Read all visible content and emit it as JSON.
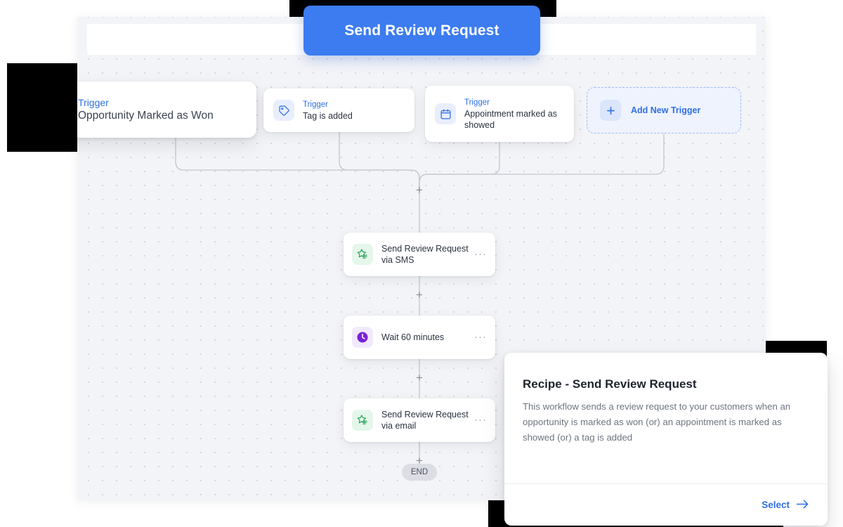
{
  "primary_button": {
    "label": "Send Review Request",
    "color": "#3c7cf0"
  },
  "canvas": {
    "triggers": [
      {
        "kicker": "Trigger",
        "title": "Opportunity Marked as Won",
        "icon": "chevron-up-icon",
        "icon_bg": "#e8ecfd",
        "icon_color": "#2f6fe4"
      },
      {
        "kicker": "Trigger",
        "title": "Tag is added",
        "icon": "tag-icon",
        "icon_bg": "#e8eefd",
        "icon_color": "#2f6fe4"
      },
      {
        "kicker": "Trigger",
        "title": "Appointment marked as showed",
        "icon": "calendar-icon",
        "icon_bg": "#e8eefd",
        "icon_color": "#2f6fe4"
      }
    ],
    "add_trigger": {
      "label": "Add New Trigger",
      "icon": "plus-icon"
    },
    "nodes": [
      {
        "label": "Send Review Request via SMS",
        "icon": "review-star-icon",
        "icon_color": "#1e9e54",
        "menu": "···"
      },
      {
        "label": "Wait 60 minutes",
        "icon": "clock-icon",
        "icon_color": "#7a21d6",
        "menu": "···"
      },
      {
        "label": "Send Review Request via email",
        "icon": "review-star-icon",
        "icon_color": "#1e9e54",
        "menu": "···"
      }
    ],
    "plus_label": "+",
    "end_label": "END"
  },
  "recipe": {
    "title": "Recipe - Send Review Request",
    "description": "This workflow sends a review request to your customers when an opportunity is marked as won (or) an appointment is marked as showed (or) a tag is added",
    "select_label": "Select",
    "select_icon": "arrow-right-icon"
  }
}
